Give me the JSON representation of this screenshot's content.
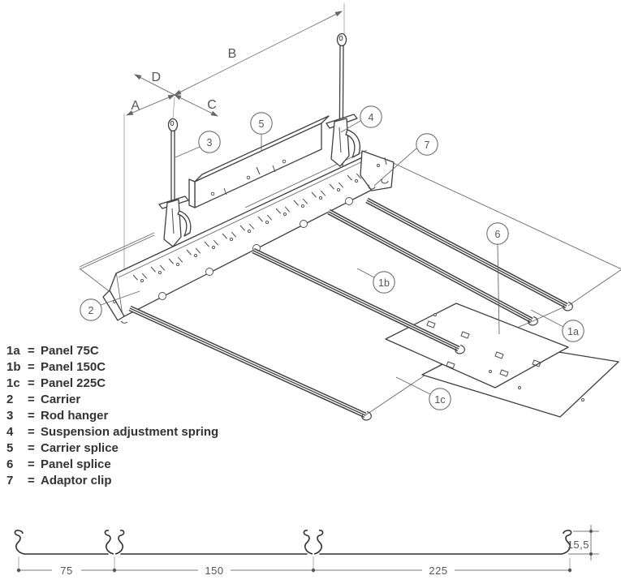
{
  "dims": {
    "a": "A",
    "b": "B",
    "c": "C",
    "d": "D"
  },
  "callouts": {
    "n2": "2",
    "n3": "3",
    "n4": "4",
    "n5": "5",
    "n6": "6",
    "n7": "7",
    "p1a": "1a",
    "p1b": "1b",
    "p1c": "1c"
  },
  "legend": {
    "eq": "=",
    "items": [
      {
        "key": "1a",
        "desc": "Panel 75C"
      },
      {
        "key": "1b",
        "desc": "Panel 150C"
      },
      {
        "key": "1c",
        "desc": "Panel 225C"
      },
      {
        "key": "2",
        "desc": "Carrier"
      },
      {
        "key": "3",
        "desc": "Rod hanger"
      },
      {
        "key": "4",
        "desc": "Suspension adjustment spring"
      },
      {
        "key": "5",
        "desc": "Carrier splice"
      },
      {
        "key": "6",
        "desc": "Panel splice"
      },
      {
        "key": "7",
        "desc": "Adaptor clip"
      }
    ]
  },
  "section": {
    "w1": "75",
    "w2": "150",
    "w3": "225",
    "h": "15,5"
  }
}
